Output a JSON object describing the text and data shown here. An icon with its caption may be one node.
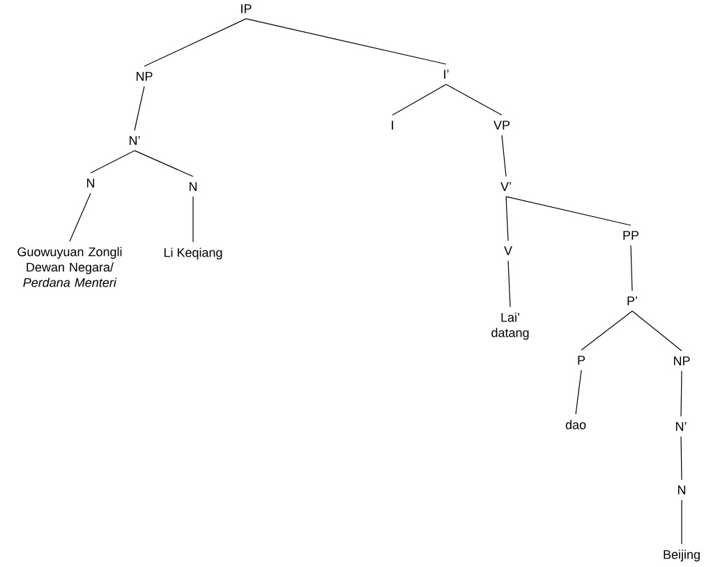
{
  "diagram": {
    "nodes": [
      {
        "text": [
          "IP"
        ]
      },
      {
        "text": [
          "NP"
        ]
      },
      {
        "text": [
          "N’"
        ]
      },
      {
        "text": [
          "N"
        ]
      },
      {
        "text": [
          "N"
        ]
      },
      {
        "text": [
          "Guowuyuan Zongli Dewan Negara/ *Perdana Menteri*"
        ]
      },
      {
        "text": [
          "Li  Keqiang"
        ]
      },
      {
        "text": [
          "I’"
        ]
      },
      {
        "text": [
          "I"
        ]
      },
      {
        "text": [
          "VP"
        ]
      },
      {
        "text": [
          "V’"
        ]
      },
      {
        "text": [
          "V"
        ]
      },
      {
        "text": [
          "Lai’ datang"
        ]
      },
      {
        "text": [
          "PP"
        ]
      },
      {
        "text": [
          "P’"
        ]
      },
      {
        "text": [
          "P"
        ]
      },
      {
        "text": [
          "NP"
        ]
      },
      {
        "text": [
          "dao"
        ]
      },
      {
        "text": [
          "N’"
        ]
      },
      {
        "text": [
          "N"
        ]
      },
      {
        "text": [
          "Beijing"
        ]
      }
    ],
    "edges": [
      {
        "from": 0,
        "to": 1,
        "arrow": "none"
      },
      {
        "from": 0,
        "to": 7,
        "arrow": "none"
      },
      {
        "from": 1,
        "to": 2,
        "arrow": "none"
      },
      {
        "from": 2,
        "to": 3,
        "arrow": "none"
      },
      {
        "from": 2,
        "to": 4,
        "arrow": "none"
      },
      {
        "from": 3,
        "to": 5,
        "arrow": "none"
      },
      {
        "from": 4,
        "to": 6,
        "arrow": "none"
      },
      {
        "from": 7,
        "to": 8,
        "arrow": "none"
      },
      {
        "from": 7,
        "to": 9,
        "arrow": "none"
      },
      {
        "from": 9,
        "to": 10,
        "arrow": "none"
      },
      {
        "from": 10,
        "to": 11,
        "arrow": "none"
      },
      {
        "from": 10,
        "to": 13,
        "arrow": "none"
      },
      {
        "from": 11,
        "to": 12,
        "arrow": "none"
      },
      {
        "from": 13,
        "to": 14,
        "arrow": "none"
      },
      {
        "from": 14,
        "to": 15,
        "arrow": "none"
      },
      {
        "from": 14,
        "to": 16,
        "arrow": "none"
      },
      {
        "from": 15,
        "to": 17,
        "arrow": "none"
      },
      {
        "from": 16,
        "to": 18,
        "arrow": "none"
      },
      {
        "from": 18,
        "to": 19,
        "arrow": "none"
      },
      {
        "from": 19,
        "to": 20,
        "arrow": "none"
      }
    ]
  }
}
